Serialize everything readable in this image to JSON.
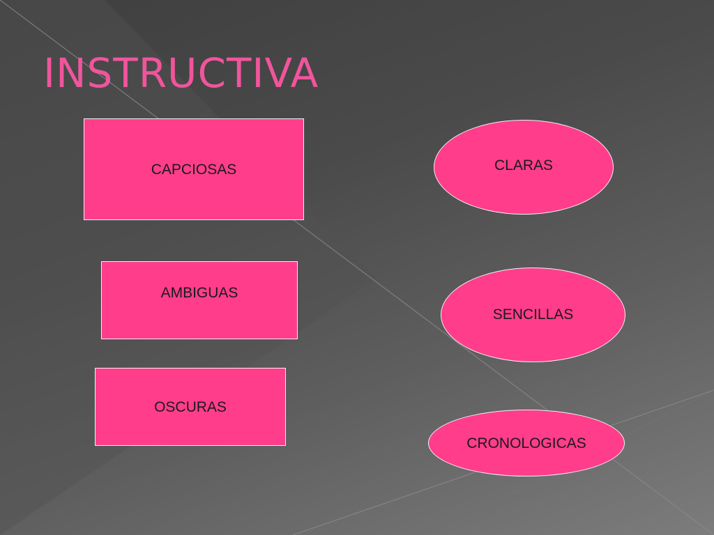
{
  "colors": {
    "title": "#f0559c",
    "shape_fill": "#ff3d8b",
    "shape_text": "#1a1a1a"
  },
  "title": "INSTRUCTIVA",
  "rectangles": [
    "CAPCIOSAS",
    "AMBIGUAS",
    "OSCURAS"
  ],
  "ellipses": [
    "CLARAS",
    "SENCILLAS",
    "CRONOLOGICAS"
  ]
}
